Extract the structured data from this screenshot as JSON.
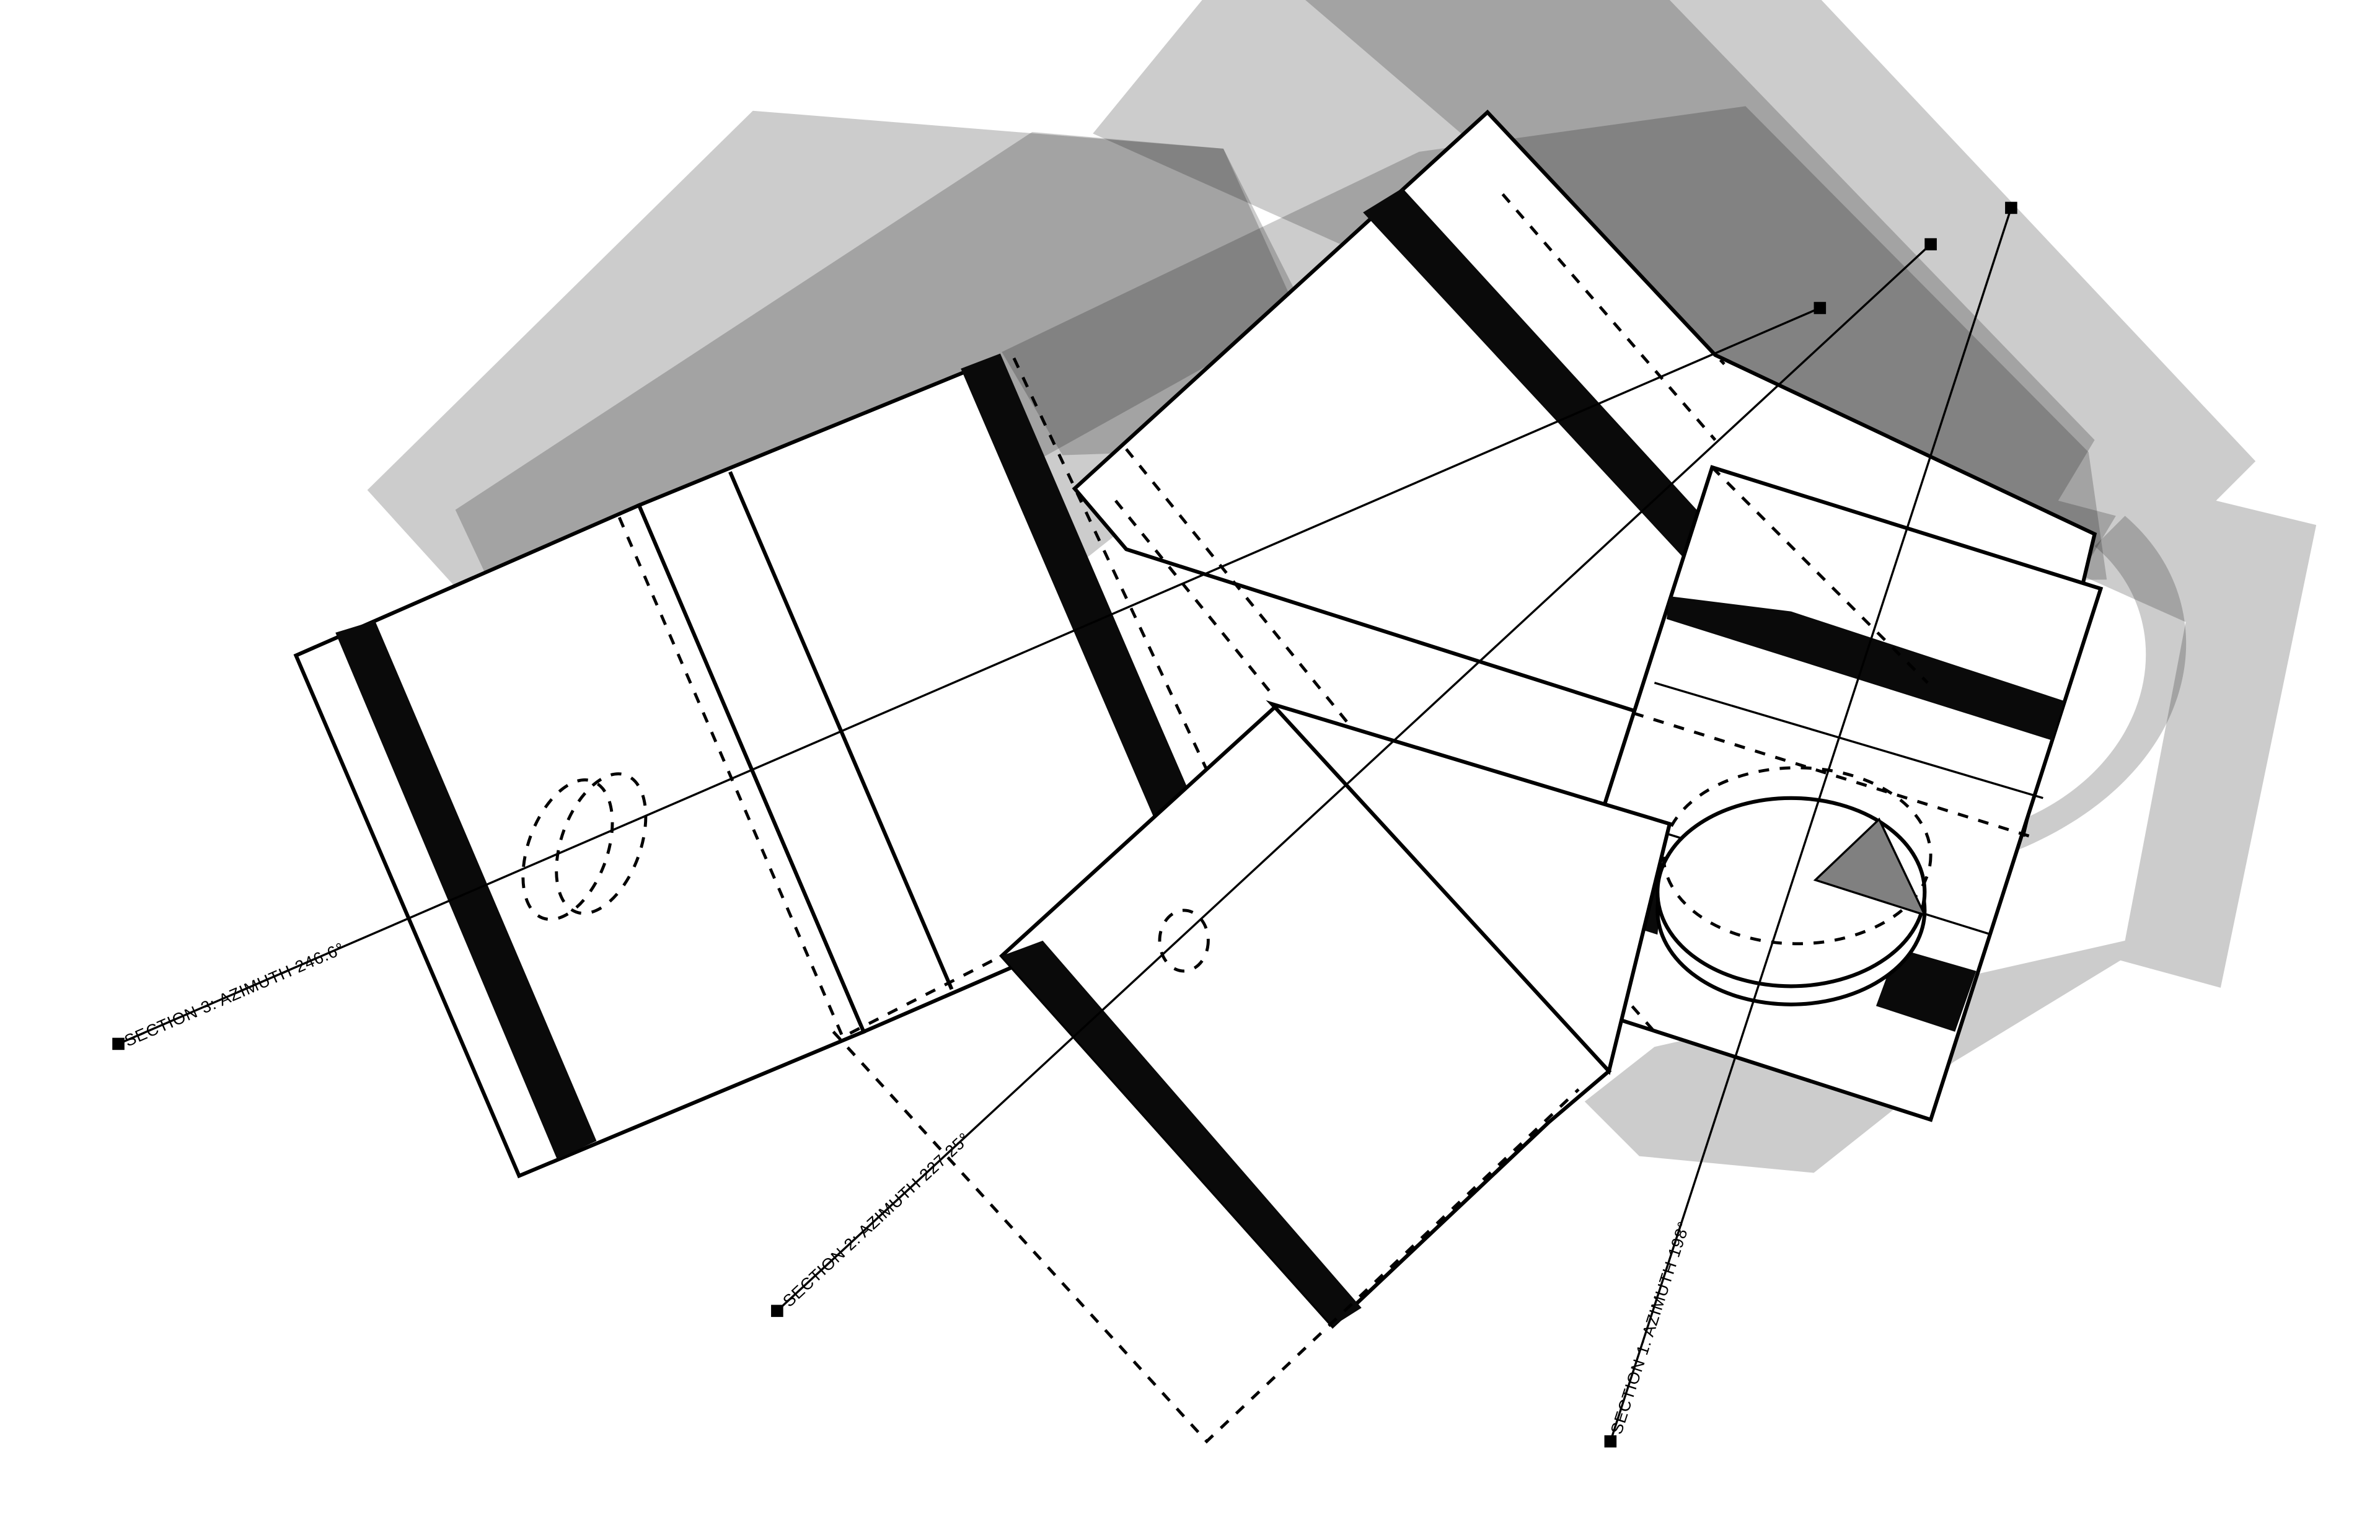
{
  "drawing": {
    "sections": [
      {
        "label": "SECTION 1: AZIMUTH 198°"
      },
      {
        "label": "SECTION 2: AZIMUTH 227.25°"
      },
      {
        "label": "SECTION 3: AZIMUTH 246.6°"
      }
    ],
    "colors": {
      "shadow": "#000000",
      "ink": "#000000",
      "paper": "#ffffff",
      "accent_gray": "#808080"
    }
  }
}
